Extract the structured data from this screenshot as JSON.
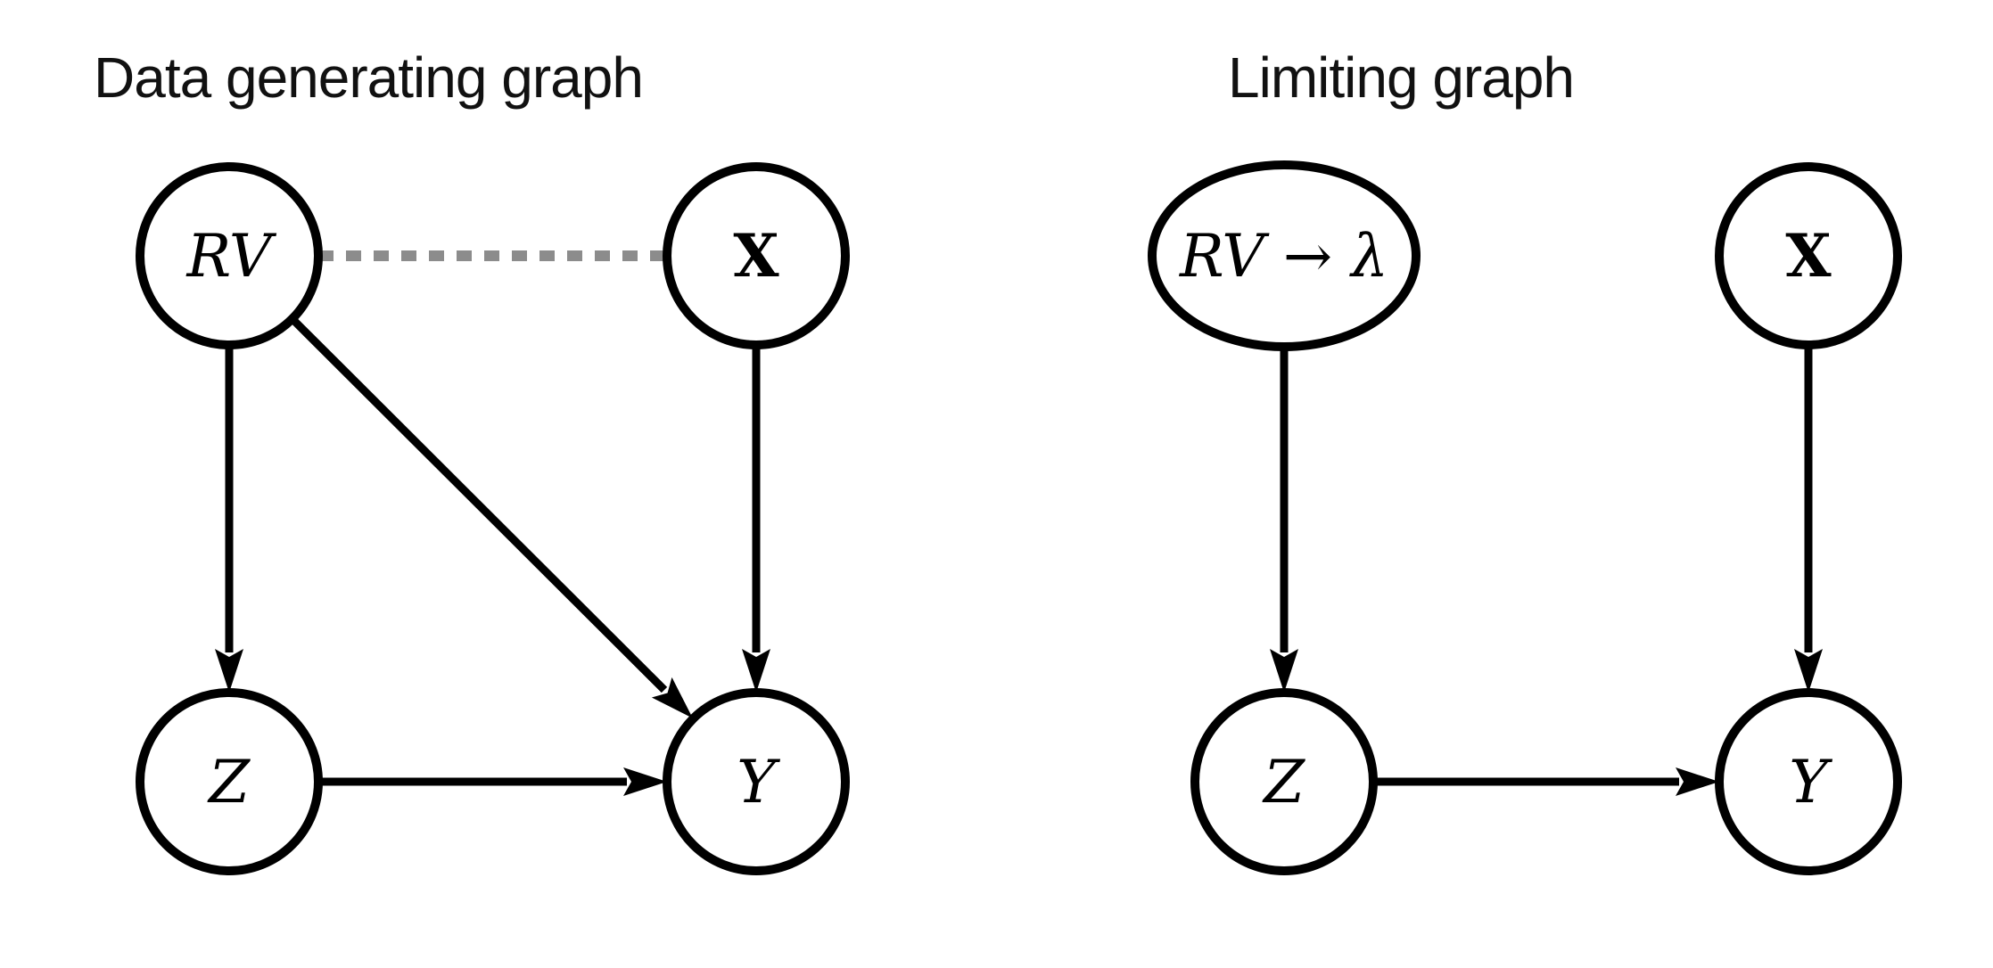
{
  "figure": {
    "type": "causal-dag-pair",
    "background": "#ffffff"
  },
  "colors": {
    "node_stroke": "#000000",
    "edge": "#000000",
    "dashed_edge": "#8c8c8c",
    "text": "#111111"
  },
  "left_graph": {
    "title": "Data generating graph",
    "nodes": [
      {
        "id": "rv",
        "label": "RV",
        "shape": "circle",
        "label_style": "italic"
      },
      {
        "id": "x",
        "label": "X",
        "shape": "circle",
        "label_style": "bold"
      },
      {
        "id": "z",
        "label": "Z",
        "shape": "circle",
        "label_style": "italic"
      },
      {
        "id": "y",
        "label": "Y",
        "shape": "circle",
        "label_style": "italic"
      }
    ],
    "edges": [
      {
        "from": "RV",
        "to": "Z",
        "style": "solid",
        "directed": true
      },
      {
        "from": "RV",
        "to": "Y",
        "style": "solid",
        "directed": true
      },
      {
        "from": "X",
        "to": "Y",
        "style": "solid",
        "directed": true
      },
      {
        "from": "Z",
        "to": "Y",
        "style": "solid",
        "directed": true
      },
      {
        "from": "RV",
        "to": "X",
        "style": "dashed",
        "directed": false
      }
    ]
  },
  "right_graph": {
    "title": "Limiting graph",
    "nodes": [
      {
        "id": "rv-lambda",
        "label": "RV → λ",
        "shape": "ellipse",
        "label_style": "italic"
      },
      {
        "id": "x",
        "label": "X",
        "shape": "circle",
        "label_style": "bold"
      },
      {
        "id": "z",
        "label": "Z",
        "shape": "circle",
        "label_style": "italic"
      },
      {
        "id": "y",
        "label": "Y",
        "shape": "circle",
        "label_style": "italic"
      }
    ],
    "edges": [
      {
        "from": "RV → λ",
        "to": "Z",
        "style": "solid",
        "directed": true
      },
      {
        "from": "X",
        "to": "Y",
        "style": "solid",
        "directed": true
      },
      {
        "from": "Z",
        "to": "Y",
        "style": "solid",
        "directed": true
      }
    ]
  }
}
